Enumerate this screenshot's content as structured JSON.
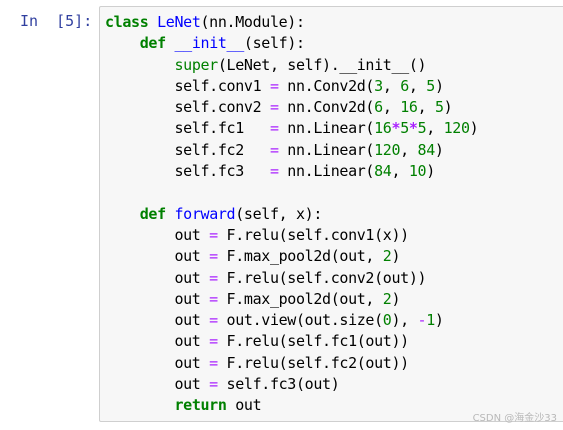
{
  "prompt": "In  [5]:",
  "code_lines": [
    [
      {
        "t": "class",
        "c": "kw"
      },
      {
        "t": " "
      },
      {
        "t": "LeNet",
        "c": "nm"
      },
      {
        "t": "(nn.Module):"
      }
    ],
    [
      {
        "t": "    "
      },
      {
        "t": "def",
        "c": "kw"
      },
      {
        "t": " "
      },
      {
        "t": "__init__",
        "c": "nm"
      },
      {
        "t": "(self):"
      }
    ],
    [
      {
        "t": "        "
      },
      {
        "t": "super",
        "c": "bi"
      },
      {
        "t": "(LeNet, self)."
      },
      {
        "t": "__init__"
      },
      {
        "t": "()"
      }
    ],
    [
      {
        "t": "        self.conv1 "
      },
      {
        "t": "=",
        "c": "eq"
      },
      {
        "t": " nn.Conv2d("
      },
      {
        "t": "3",
        "c": "num"
      },
      {
        "t": ", "
      },
      {
        "t": "6",
        "c": "num"
      },
      {
        "t": ", "
      },
      {
        "t": "5",
        "c": "num"
      },
      {
        "t": ")"
      }
    ],
    [
      {
        "t": "        self.conv2 "
      },
      {
        "t": "=",
        "c": "eq"
      },
      {
        "t": " nn.Conv2d("
      },
      {
        "t": "6",
        "c": "num"
      },
      {
        "t": ", "
      },
      {
        "t": "16",
        "c": "num"
      },
      {
        "t": ", "
      },
      {
        "t": "5",
        "c": "num"
      },
      {
        "t": ")"
      }
    ],
    [
      {
        "t": "        self.fc1   "
      },
      {
        "t": "=",
        "c": "eq"
      },
      {
        "t": " nn.Linear("
      },
      {
        "t": "16",
        "c": "num"
      },
      {
        "t": "*",
        "c": "op"
      },
      {
        "t": "5",
        "c": "num"
      },
      {
        "t": "*",
        "c": "op"
      },
      {
        "t": "5",
        "c": "num"
      },
      {
        "t": ", "
      },
      {
        "t": "120",
        "c": "num"
      },
      {
        "t": ")"
      }
    ],
    [
      {
        "t": "        self.fc2   "
      },
      {
        "t": "=",
        "c": "eq"
      },
      {
        "t": " nn.Linear("
      },
      {
        "t": "120",
        "c": "num"
      },
      {
        "t": ", "
      },
      {
        "t": "84",
        "c": "num"
      },
      {
        "t": ")"
      }
    ],
    [
      {
        "t": "        self.fc3   "
      },
      {
        "t": "=",
        "c": "eq"
      },
      {
        "t": " nn.Linear("
      },
      {
        "t": "84",
        "c": "num"
      },
      {
        "t": ", "
      },
      {
        "t": "10",
        "c": "num"
      },
      {
        "t": ")"
      }
    ],
    [
      {
        "t": ""
      }
    ],
    [
      {
        "t": "    "
      },
      {
        "t": "def",
        "c": "kw"
      },
      {
        "t": " "
      },
      {
        "t": "forward",
        "c": "nm"
      },
      {
        "t": "(self, x):"
      }
    ],
    [
      {
        "t": "        out "
      },
      {
        "t": "=",
        "c": "eq"
      },
      {
        "t": " F.relu(self.conv1(x))"
      }
    ],
    [
      {
        "t": "        out "
      },
      {
        "t": "=",
        "c": "eq"
      },
      {
        "t": " F.max_pool2d(out, "
      },
      {
        "t": "2",
        "c": "num"
      },
      {
        "t": ")"
      }
    ],
    [
      {
        "t": "        out "
      },
      {
        "t": "=",
        "c": "eq"
      },
      {
        "t": " F.relu(self.conv2(out))"
      }
    ],
    [
      {
        "t": "        out "
      },
      {
        "t": "=",
        "c": "eq"
      },
      {
        "t": " F.max_pool2d(out, "
      },
      {
        "t": "2",
        "c": "num"
      },
      {
        "t": ")"
      }
    ],
    [
      {
        "t": "        out "
      },
      {
        "t": "=",
        "c": "eq"
      },
      {
        "t": " out.view(out.size("
      },
      {
        "t": "0",
        "c": "num"
      },
      {
        "t": "), "
      },
      {
        "t": "-",
        "c": "eq"
      },
      {
        "t": "1",
        "c": "num"
      },
      {
        "t": ")"
      }
    ],
    [
      {
        "t": "        out "
      },
      {
        "t": "=",
        "c": "eq"
      },
      {
        "t": " F.relu(self.fc1(out))"
      }
    ],
    [
      {
        "t": "        out "
      },
      {
        "t": "=",
        "c": "eq"
      },
      {
        "t": " F.relu(self.fc2(out))"
      }
    ],
    [
      {
        "t": "        out "
      },
      {
        "t": "=",
        "c": "eq"
      },
      {
        "t": " self.fc3(out)"
      }
    ],
    [
      {
        "t": "        "
      },
      {
        "t": "return",
        "c": "kw"
      },
      {
        "t": " out"
      }
    ]
  ],
  "watermark": "CSDN @海金沙33",
  "colors": {
    "prompt": "#303f9f",
    "keyword": "#008000",
    "name": "#0000ff",
    "operator": "#aa22ff",
    "number": "#008000",
    "cell_background": "#f7f7f7",
    "cell_border": "#cfcfcf"
  }
}
